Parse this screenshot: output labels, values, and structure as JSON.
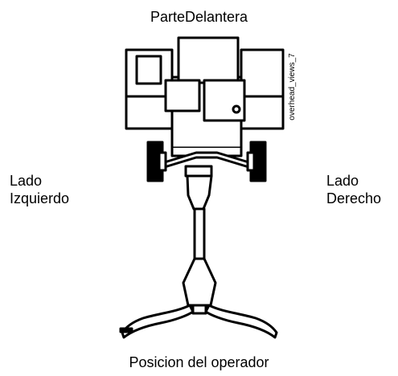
{
  "labels": {
    "front": "ParteDelantera",
    "left_line1": "Lado",
    "left_line2": "Izquierdo",
    "right_line1": "Lado",
    "right_line2": "Derecho",
    "operator": "Posicion del operador"
  },
  "figure_id": "overhead_views_7",
  "colors": {
    "line": "#000000",
    "fill": "#ffffff",
    "tire": "#000000"
  }
}
